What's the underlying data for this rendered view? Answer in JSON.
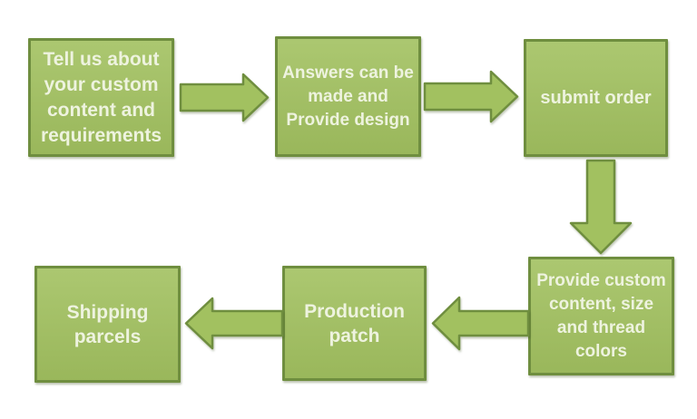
{
  "diagram": {
    "type": "flowchart",
    "theme": {
      "background": "#ffffff",
      "box_fill": "#a2c160",
      "box_border": "#6f8e3f",
      "arrow_fill": "#a2c160",
      "arrow_border": "#6f8e3f",
      "text_color": "#eef3df"
    },
    "steps": [
      {
        "id": 1,
        "label": "Tell us about\nyour custom\ncontent and\nrequirements"
      },
      {
        "id": 2,
        "label": "Answers can be\nmade and\nProvide design"
      },
      {
        "id": 3,
        "label": "submit order"
      },
      {
        "id": 4,
        "label": "Provide custom\ncontent, size\nand thread\ncolors"
      },
      {
        "id": 5,
        "label": "Production\npatch"
      },
      {
        "id": 6,
        "label": "Shipping\nparcels"
      }
    ],
    "connectors": [
      {
        "from": 1,
        "to": 2,
        "direction": "right"
      },
      {
        "from": 2,
        "to": 3,
        "direction": "right"
      },
      {
        "from": 3,
        "to": 4,
        "direction": "down"
      },
      {
        "from": 4,
        "to": 5,
        "direction": "left"
      },
      {
        "from": 5,
        "to": 6,
        "direction": "left"
      }
    ]
  }
}
